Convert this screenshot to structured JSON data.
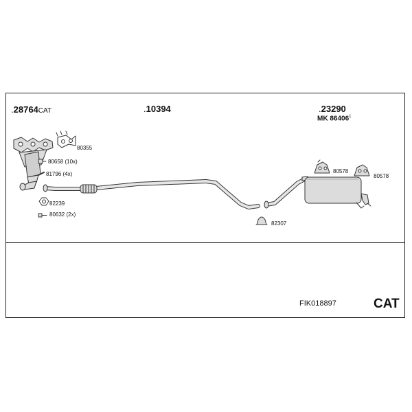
{
  "header": {
    "part_catalytic": {
      "number": "28764",
      "suffix": "CAT"
    },
    "part_front_pipe": {
      "number": "10394"
    },
    "part_rear_silencer": {
      "number": "23290"
    },
    "mounting_kit": {
      "prefix": "MK",
      "number": "86406",
      "mark": "1"
    }
  },
  "callouts": {
    "gasket_set": "80355",
    "bolts": "80658 (10x)",
    "studs": "81796 (4x)",
    "gasket_ring": "82239",
    "bolts_2": "80632 (2x)",
    "clamp": "82307",
    "rubber_mount_left": "80578",
    "rubber_mount_right": "80578"
  },
  "footer": {
    "kit_code": "FIK018897",
    "kit_type": "CAT"
  },
  "colors": {
    "line": "#222222",
    "part_fill": "#dcdcdc",
    "part_stroke": "#333333"
  }
}
